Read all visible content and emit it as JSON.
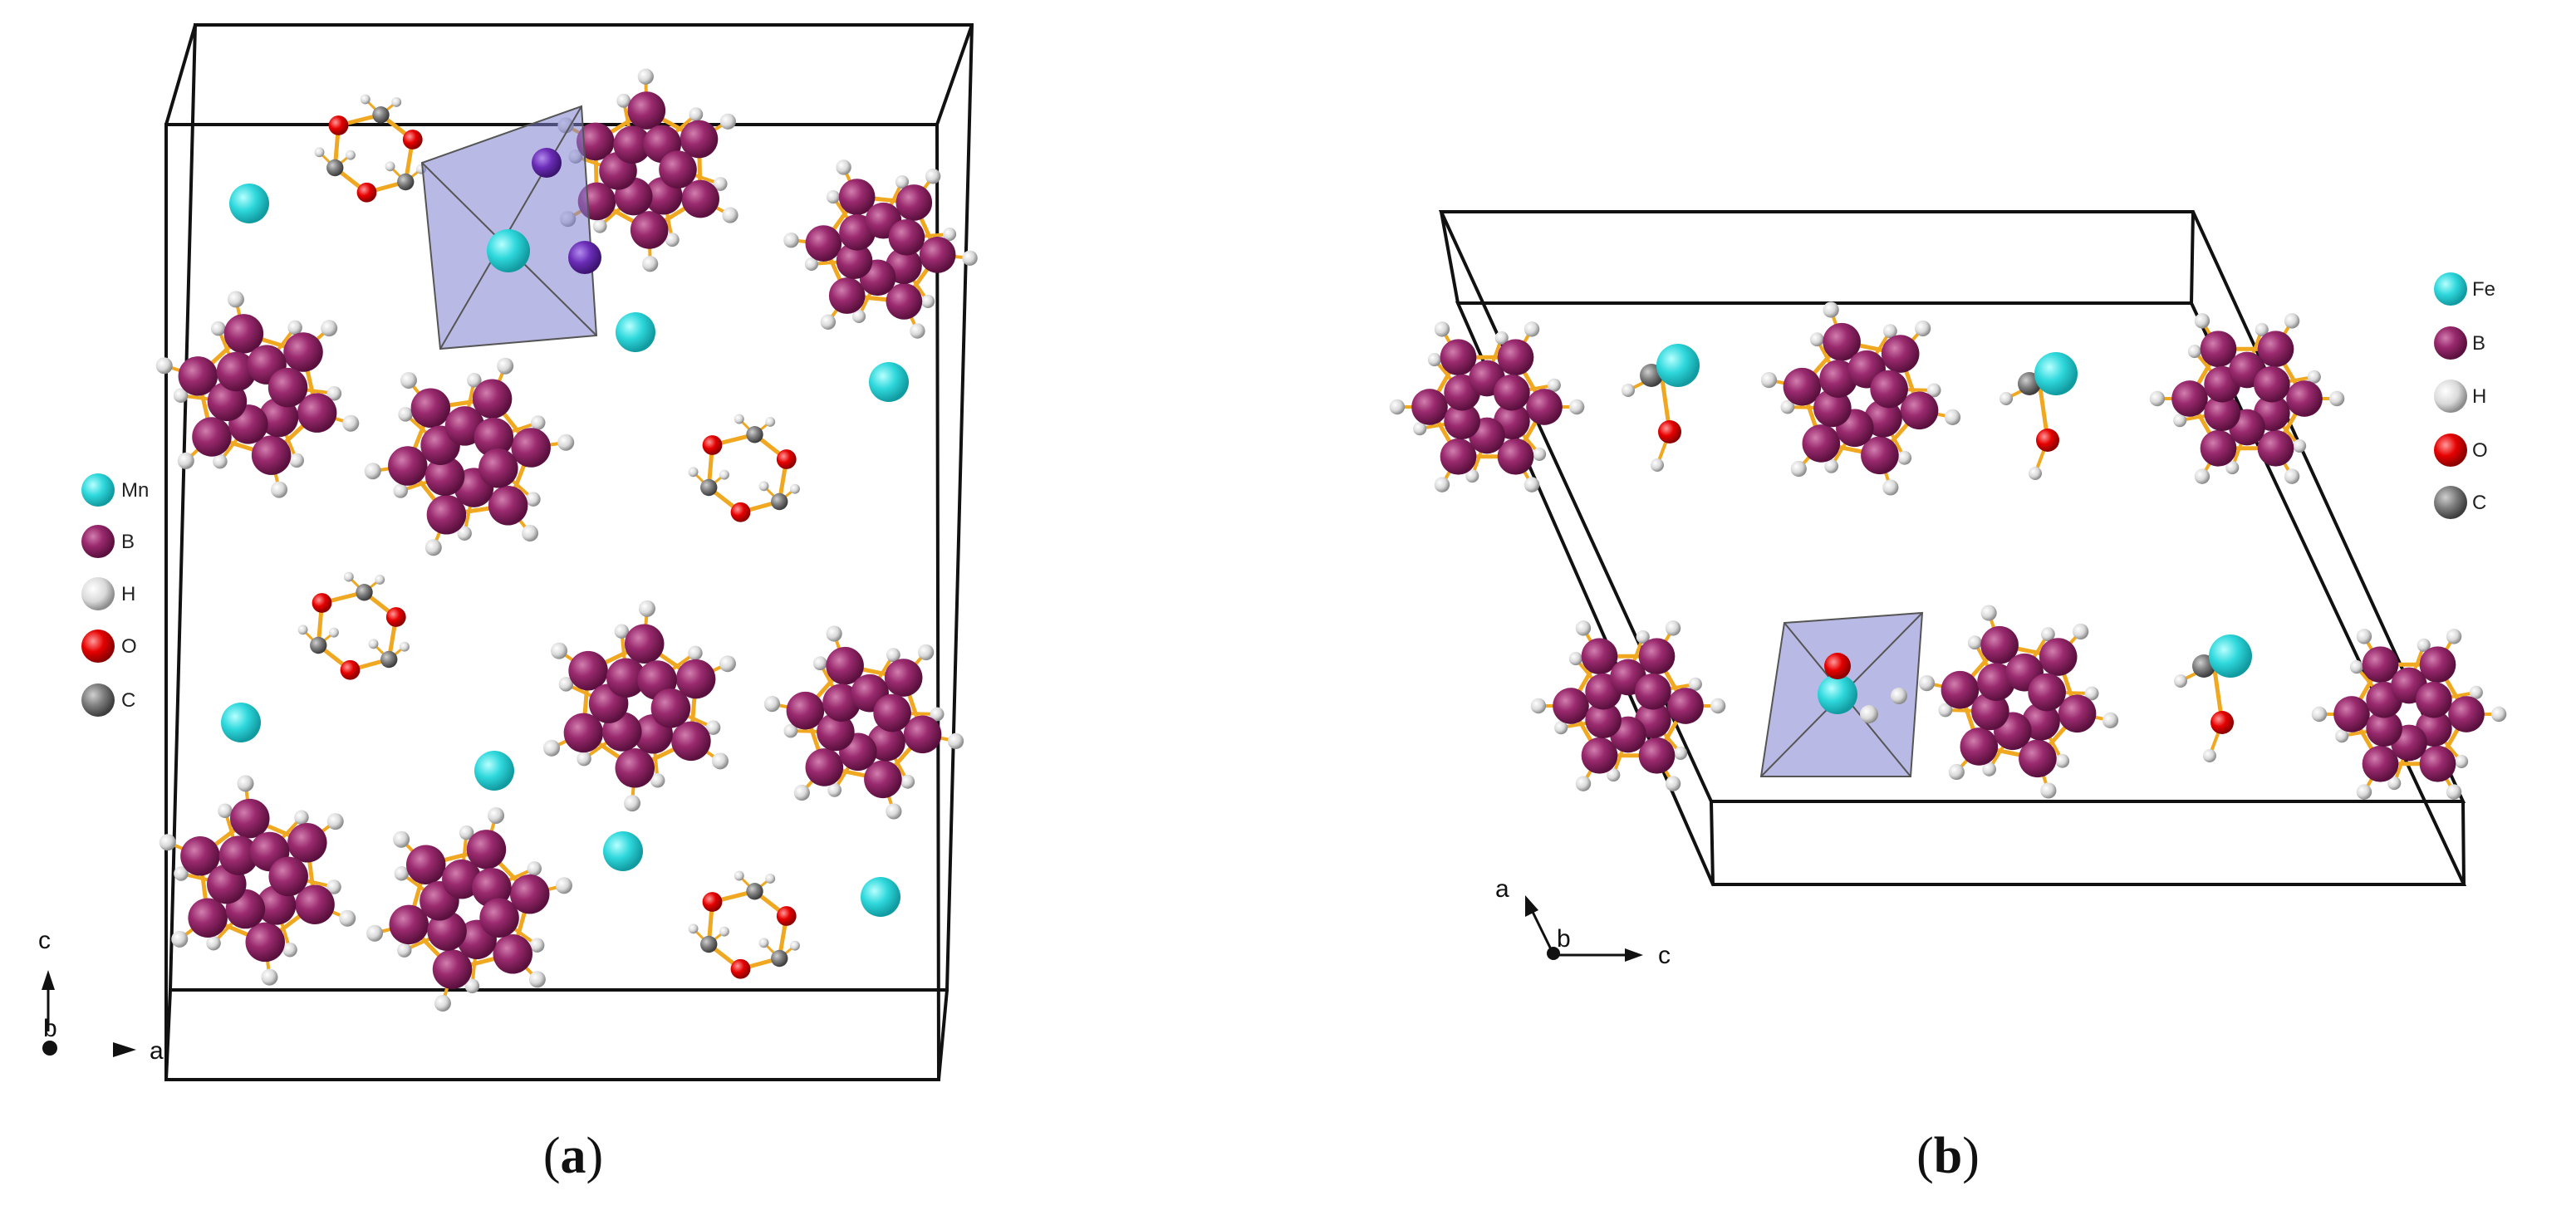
{
  "panels": [
    {
      "id": "a",
      "caption": {
        "open": "(",
        "letter": "a",
        "close": ")"
      },
      "legend": [
        {
          "symbol": "Mn",
          "label": "Mn",
          "color": "#2ed8dc"
        },
        {
          "symbol": "B",
          "label": "B",
          "color": "#9a2a6e"
        },
        {
          "symbol": "H",
          "label": "H",
          "color": "#d9d9d9"
        },
        {
          "symbol": "O",
          "label": "O",
          "color": "#e60000"
        },
        {
          "symbol": "C",
          "label": "C",
          "color": "#7f7f7f"
        }
      ],
      "axes": {
        "up": "c",
        "out": "b",
        "right": "a"
      }
    },
    {
      "id": "b",
      "caption": {
        "open": "(",
        "letter": "b",
        "close": ")"
      },
      "legend": [
        {
          "symbol": "Fe",
          "label": "Fe",
          "color": "#2ed8dc"
        },
        {
          "symbol": "B",
          "label": "B",
          "color": "#9a2a6e"
        },
        {
          "symbol": "H",
          "label": "H",
          "color": "#d9d9d9"
        },
        {
          "symbol": "O",
          "label": "O",
          "color": "#e60000"
        },
        {
          "symbol": "C",
          "label": "C",
          "color": "#7f7f7f"
        }
      ],
      "axes": {
        "up": "a",
        "out": "b",
        "right": "c"
      }
    }
  ],
  "colors": {
    "bond": "#f0a821",
    "boron": "#9a2a6e",
    "hydrogen": "#d9d9d9",
    "oxygen": "#e60000",
    "carbon": "#7f7f7f",
    "metal": "#2ed8dc",
    "polyhedron": "#8080d0",
    "cell_edge": "#111111"
  }
}
